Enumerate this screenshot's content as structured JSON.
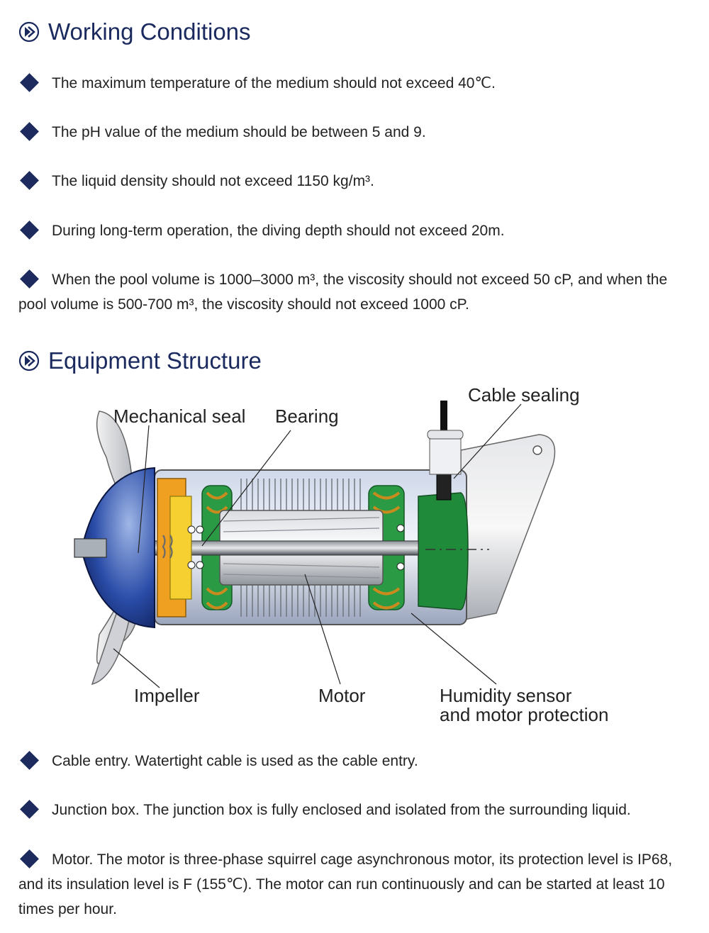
{
  "sections": {
    "working": {
      "title": "Working Conditions"
    },
    "structure": {
      "title": "Equipment Structure"
    }
  },
  "working_conditions": [
    "The maximum temperature of the medium should not exceed 40℃.",
    "The pH value of the medium should be between 5 and 9.",
    "The liquid density should not exceed 1150 kg/m³.",
    "During long-term operation, the diving depth should not exceed 20m.",
    "When the pool volume is 1000–3000 m³, the viscosity should not exceed 50 cP, and when the pool volume is 500-700 m³, the viscosity should not exceed 1000 cP."
  ],
  "diagram_labels": {
    "mechanical_seal": "Mechanical seal",
    "bearing": "Bearing",
    "cable_sealing": "Cable sealing",
    "impeller": "Impeller",
    "motor": "Motor",
    "humidity_1": "Humidity sensor",
    "humidity_2": "and motor protection"
  },
  "structure_items": [
    "Cable entry. Watertight cable is used as the cable entry.",
    "Junction box. The junction box is fully enclosed and isolated from the surrounding liquid.",
    "Motor. The motor is three-phase squirrel cage asynchronous motor, its protection level is IP68, and its insulation level is F (155℃). The motor can run continuously and can be started at least 10 times per hour."
  ],
  "colors": {
    "heading": "#1a2a5e",
    "bullet": "#1c2a5e"
  }
}
